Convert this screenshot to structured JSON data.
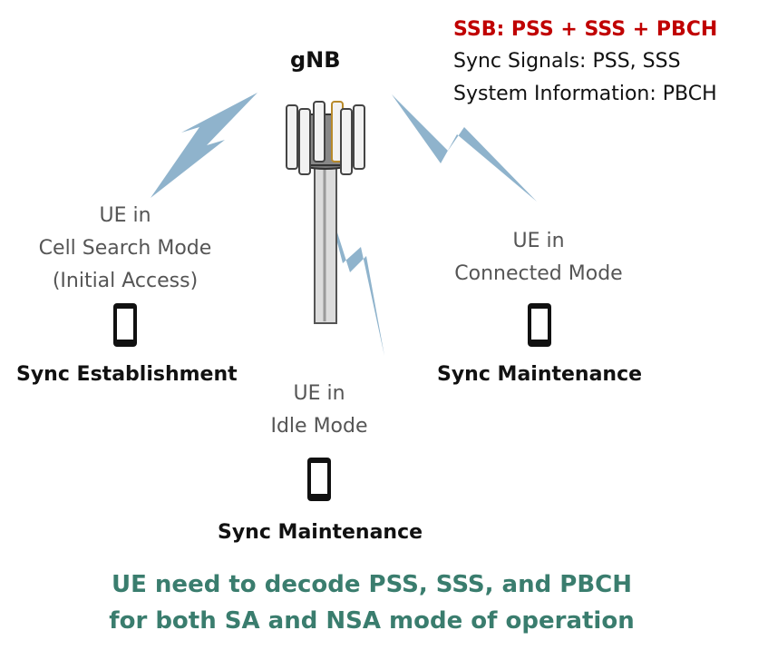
{
  "gnb_label": "gNB",
  "legend": {
    "title": "SSB: PSS + SSS + PBCH",
    "line1": "Sync Signals: PSS, SSS",
    "line2": "System Information: PBCH"
  },
  "ues": [
    {
      "lines": [
        "UE in",
        "Cell Search Mode",
        "(Initial Access)"
      ],
      "sync_label": "Sync Establishment",
      "icon": "smartphone-icon"
    },
    {
      "lines": [
        "UE in",
        "Idle Mode"
      ],
      "sync_label": "Sync Maintenance",
      "icon": "smartphone-icon"
    },
    {
      "lines": [
        "UE in",
        "Connected Mode"
      ],
      "sync_label": "Sync Maintenance",
      "icon": "smartphone-icon"
    }
  ],
  "bottom_note": {
    "line1": "UE need to decode PSS, SSS, and PBCH",
    "line2": "for both SA and NSA mode of operation"
  },
  "colors": {
    "legend_title": "#c00000",
    "bottom_note": "#3a7d6e",
    "lightning": "#8fb3cc"
  },
  "icons": [
    "cell-tower-icon",
    "lightning-bolt-icon",
    "smartphone-icon"
  ]
}
